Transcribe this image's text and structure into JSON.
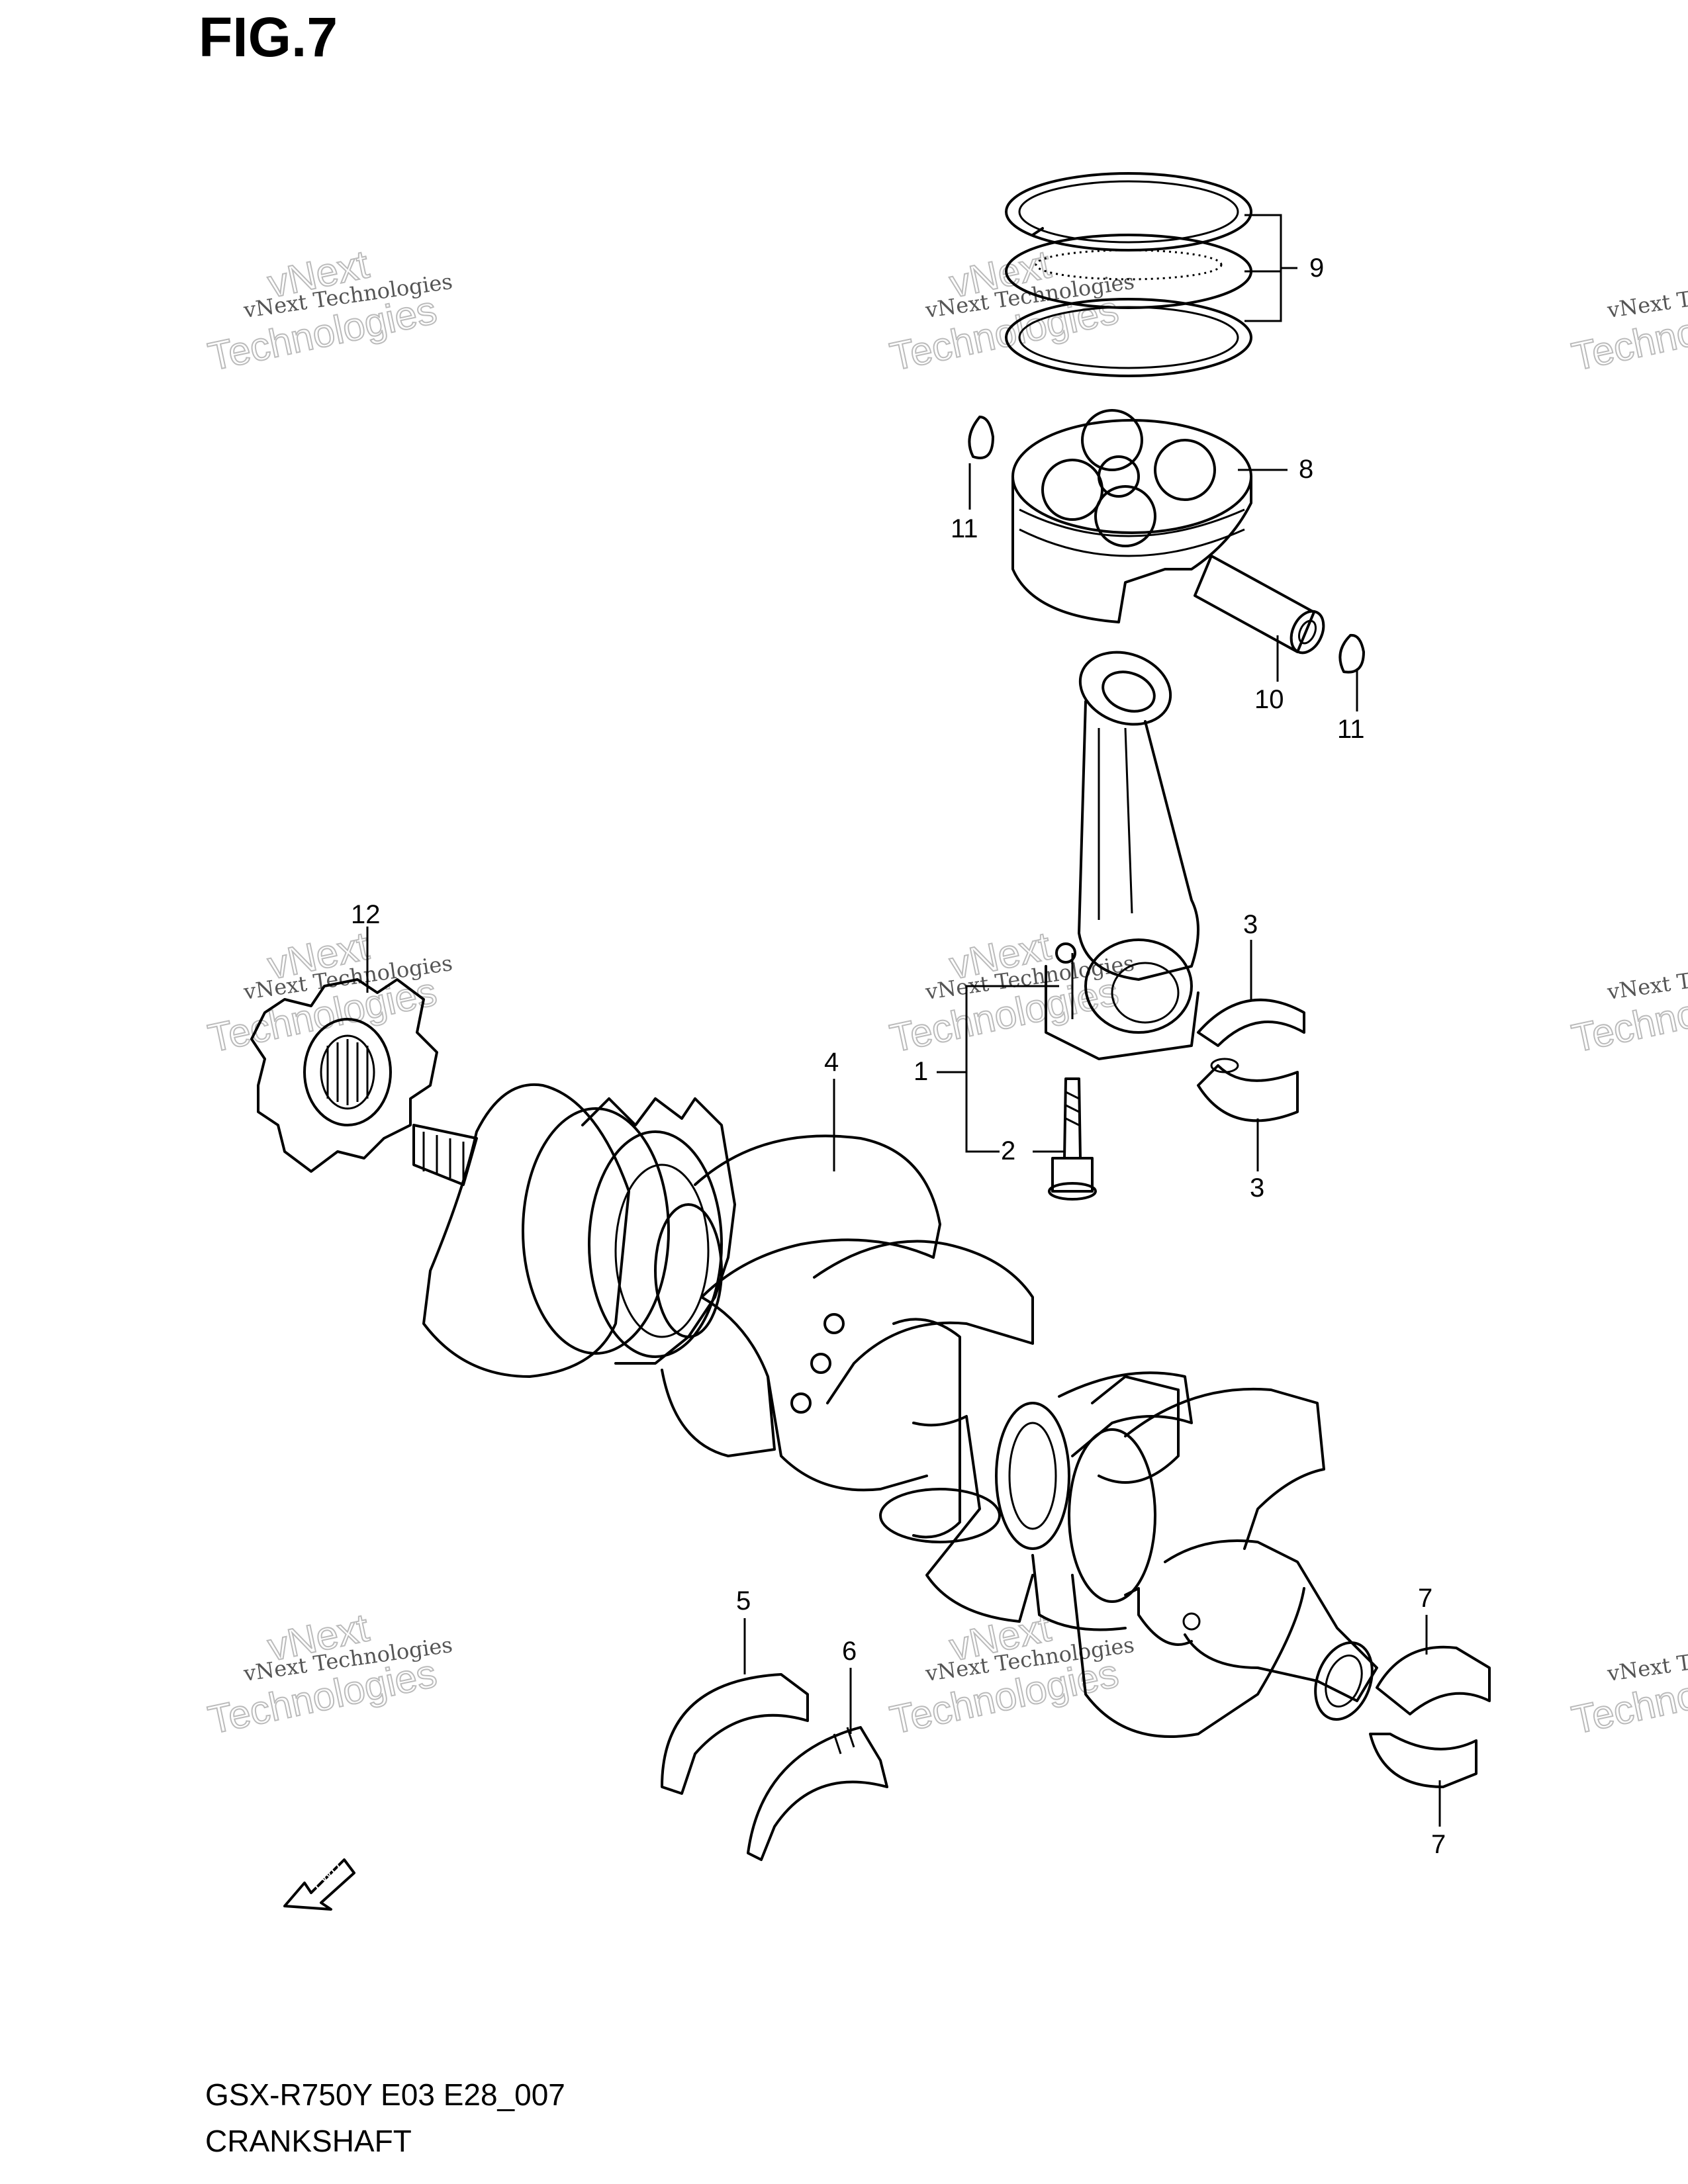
{
  "figure_title": "FIG.7",
  "model_code": "GSX-R750Y E03 E28_007",
  "section_name": "CRANKSHAFT",
  "watermark": {
    "small": "vNext Technologies",
    "big_line1": "vNext",
    "big_line2": "Technologies"
  },
  "fwd_label": "FWD",
  "callouts": {
    "c1": "1",
    "c2": "2",
    "c3a": "3",
    "c3b": "3",
    "c4": "4",
    "c5": "5",
    "c6": "6",
    "c7a": "7",
    "c7b": "7",
    "c8": "8",
    "c9": "9",
    "c10": "10",
    "c11a": "11",
    "c11b": "11",
    "c12": "12"
  }
}
